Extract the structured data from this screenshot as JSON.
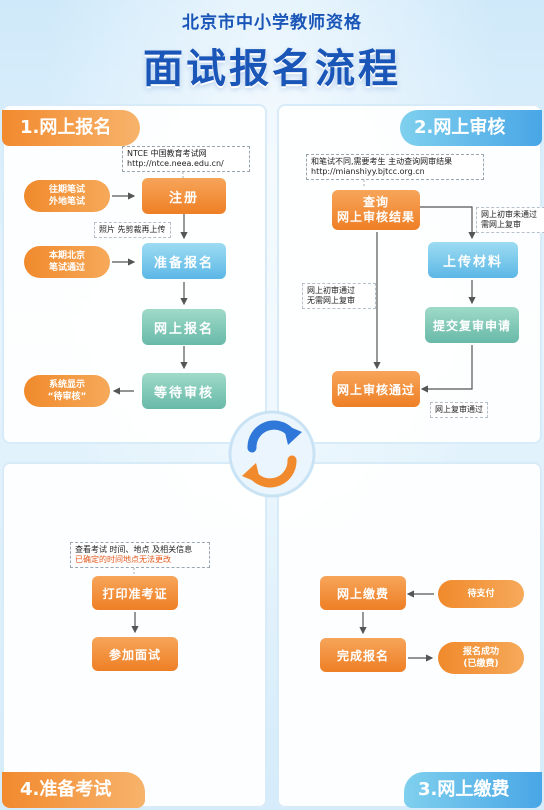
{
  "header": {
    "subtitle": "北京市中小学教师资格",
    "title": "面试报名流程"
  },
  "panel1": {
    "tab": "1.网上报名",
    "note_site_line1": "NTCE 中国教育考试网",
    "note_site_line2": "http://ntce.neea.edu.cn/",
    "box_register": "注册",
    "oval_prev_line1": "往期笔试",
    "oval_prev_line2": "外地笔试",
    "note_photo": "照片 先剪裁再上传",
    "box_prepare": "准备报名",
    "oval_current_line1": "本期北京",
    "oval_current_line2": "笔试通过",
    "box_online": "网上报名",
    "box_wait": "等待审核",
    "oval_system_line1": "系统显示",
    "oval_system_line2": "“待审核”"
  },
  "panel2": {
    "tab": "2.网上审核",
    "note_diff_line1": "和笔试不同,需要考生 主动查询网审结果",
    "note_diff_line2": "http://mianshiyy.bjtcc.org.cn",
    "box_query_line1": "查询",
    "box_query_line2": "网上审核结果",
    "note_fail_line1": "网上初审未通过",
    "note_fail_line2": "需网上复审",
    "box_upload": "上传材料",
    "note_pass_line1": "网上初审通过",
    "note_pass_line2": "无需网上复审",
    "box_submit": "提交复审申请",
    "box_passed": "网上审核通过",
    "note_review_pass": "网上复审通过"
  },
  "panel3": {
    "tab": "3.网上缴费",
    "box_pay": "网上缴费",
    "oval_pending": "待支付",
    "box_complete": "完成报名",
    "oval_success_line1": "报名成功",
    "oval_success_line2": "(已缴费)"
  },
  "panel4": {
    "tab": "4.准备考试",
    "note_check_line1": "查看考试 时间、地点 及相关信息",
    "note_check_line2": "已确定的时间地点无法更改",
    "box_print": "打印准考证",
    "box_attend": "参加面试"
  },
  "colors": {
    "orange": "#ee7f25",
    "blue": "#5cb7e6",
    "green": "#68b9a9",
    "title_blue": "#1a56b8"
  },
  "icons": {
    "center": "cycle-arrows-icon"
  }
}
